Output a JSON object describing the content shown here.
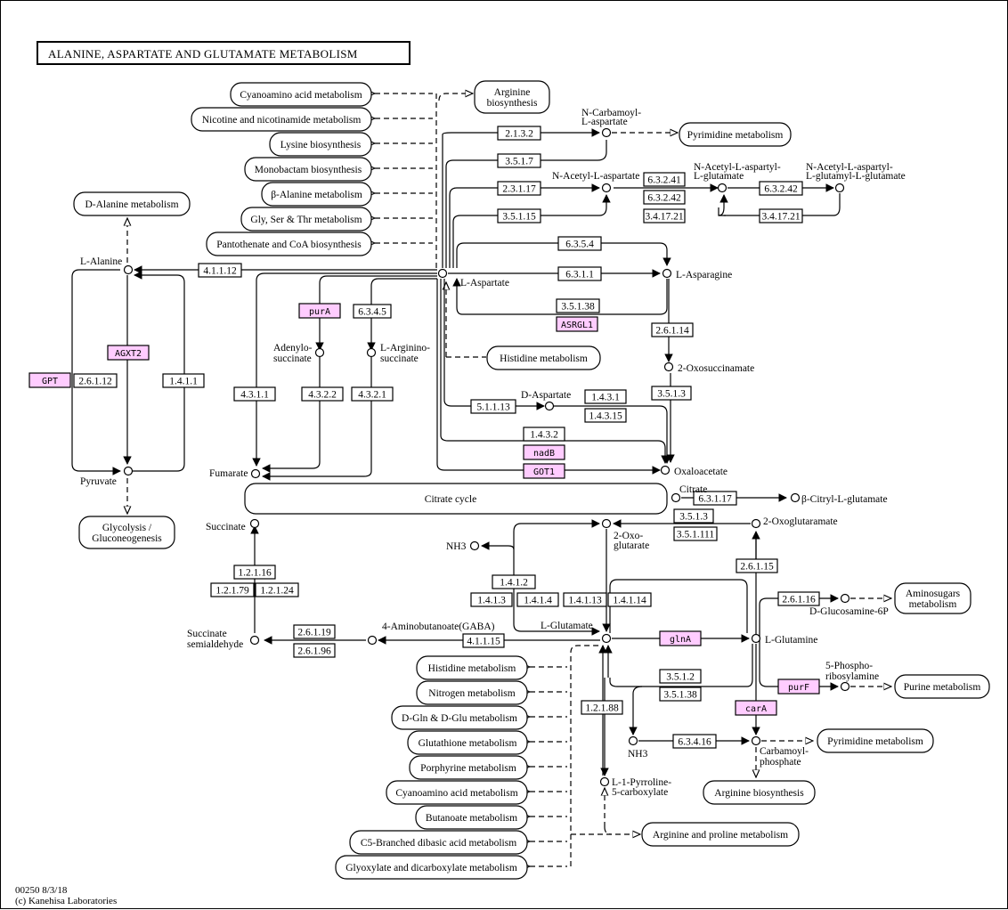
{
  "title": "ALANINE, ASPARTATE AND GLUTAMATE METABOLISM",
  "colors": {
    "gene_fill": "#ffccff",
    "line": "#000000",
    "background": "#ffffff"
  },
  "footer": {
    "line1": "00250 8/3/18",
    "line2": "(c) Kanehisa Laboratories"
  },
  "maps": [
    {
      "id": "m-cyano-top",
      "label": [
        "Cyanoamino acid metabolism"
      ]
    },
    {
      "id": "m-nicotine",
      "label": [
        "Nicotine and nicotinamide metabolism"
      ]
    },
    {
      "id": "m-lysine",
      "label": [
        "Lysine biosynthesis"
      ]
    },
    {
      "id": "m-monobactam",
      "label": [
        "Monobactam biosynthesis"
      ]
    },
    {
      "id": "m-balanine",
      "label": [
        "β-Alanine metabolism"
      ]
    },
    {
      "id": "m-glyserthr",
      "label": [
        "Gly, Ser & Thr metabolism"
      ]
    },
    {
      "id": "m-pantothenate",
      "label": [
        "Pantothenate and CoA biosynthesis"
      ]
    },
    {
      "id": "m-arg-bio-top",
      "label": [
        "Arginine",
        "biosynthesis"
      ]
    },
    {
      "id": "m-pyrimidine-top",
      "label": [
        "Pyrimidine metabolism"
      ]
    },
    {
      "id": "m-dalanine",
      "label": [
        "D-Alanine metabolism"
      ]
    },
    {
      "id": "m-histidine-mid",
      "label": [
        "Histidine metabolism"
      ]
    },
    {
      "id": "m-glycolysis",
      "label": [
        "Glycolysis /",
        "Gluconeogenesis"
      ]
    },
    {
      "id": "m-citrate",
      "label": [
        "Citrate cycle"
      ]
    },
    {
      "id": "m-aminosugars",
      "label": [
        "Aminosugars",
        "metabolism"
      ]
    },
    {
      "id": "m-purine",
      "label": [
        "Purine metabolism"
      ]
    },
    {
      "id": "m-pyrimidine-bot",
      "label": [
        "Pyrimidine metabolism"
      ]
    },
    {
      "id": "m-arg-bio-bot",
      "label": [
        "Arginine biosynthesis"
      ]
    },
    {
      "id": "m-argpro",
      "label": [
        "Arginine and proline metabolism"
      ]
    },
    {
      "id": "m-histidine-bot",
      "label": [
        "Histidine metabolism"
      ]
    },
    {
      "id": "m-nitrogen",
      "label": [
        "Nitrogen metabolism"
      ]
    },
    {
      "id": "m-dglndglu",
      "label": [
        "D-Gln & D-Glu metabolism"
      ]
    },
    {
      "id": "m-glutathione",
      "label": [
        "Glutathione metabolism"
      ]
    },
    {
      "id": "m-porphyrine",
      "label": [
        "Porphyrine metabolism"
      ]
    },
    {
      "id": "m-cyano-bot",
      "label": [
        "Cyanoamino acid metabolism"
      ]
    },
    {
      "id": "m-butanoate",
      "label": [
        "Butanoate metabolism"
      ]
    },
    {
      "id": "m-c5",
      "label": [
        "C5-Branched dibasic acid metabolism"
      ]
    },
    {
      "id": "m-glyoxylate",
      "label": [
        "Glyoxylate and dicarboxylate metabolism"
      ]
    }
  ],
  "enzymes": [
    "2.1.3.2",
    "3.5.1.7",
    "2.3.1.17",
    "3.5.1.15",
    "6.3.2.41",
    "6.3.2.42",
    "3.4.17.21",
    "6.3.2.42",
    "3.4.17.21",
    "4.1.1.12",
    "6.3.5.4",
    "6.3.1.1",
    "3.5.1.38",
    "2.6.1.14",
    "3.5.1.3",
    "6.3.4.5",
    "4.3.1.1",
    "4.3.2.2",
    "4.3.2.1",
    "2.6.1.12",
    "1.4.1.1",
    "5.1.1.13",
    "1.4.3.1",
    "1.4.3.15",
    "1.4.3.2",
    "6.3.1.17",
    "3.5.1.3",
    "3.5.1.111",
    "1.2.1.16",
    "1.2.1.79",
    "1.2.1.24",
    "2.6.1.19",
    "2.6.1.96",
    "4.1.1.15",
    "1.4.1.2",
    "1.4.1.3",
    "1.4.1.4",
    "1.4.1.13",
    "1.4.1.14",
    "2.6.1.15",
    "2.6.1.16",
    "3.5.1.2",
    "3.5.1.38",
    "1.2.1.88",
    "6.3.4.16"
  ],
  "genes": [
    "ASRGL1",
    "purA",
    "AGXT2",
    "GPT",
    "nadB",
    "GOT1",
    "glnA",
    "purF",
    "carA"
  ],
  "compounds": [
    "N-Carbamoyl-",
    "L-aspartate",
    "N-Acetyl-L-aspartate",
    "N-Acetyl-L-aspartyl-",
    "L-glutamate",
    "N-Acetyl-L-aspartyl-",
    "L-glutamyl-L-glutamate",
    "L-Alanine",
    "L-Aspartate",
    "L-Asparagine",
    "Adenylo-",
    "succinate",
    "L-Arginino-",
    "succinate",
    "2-Oxosuccinamate",
    "D-Aspartate",
    "Pyruvate",
    "Fumarate",
    "Oxaloacetate",
    "Citrate",
    "β-Citryl-L-glutamate",
    "Succinate",
    "2-Oxoglutaramate",
    "2-Oxo-",
    "glutarate",
    "NH3",
    "Succinate",
    "semialdehyde",
    "4-Aminobutanoate(GABA)",
    "L-Glutamate",
    "L-Glutamine",
    "D-Glucosamine-6P",
    "5-Phospho-",
    "ribosylamine",
    "NH3",
    "Carbamoyl-",
    "phosphate",
    "L-1-Pyrroline-",
    "5-carboxylate"
  ]
}
